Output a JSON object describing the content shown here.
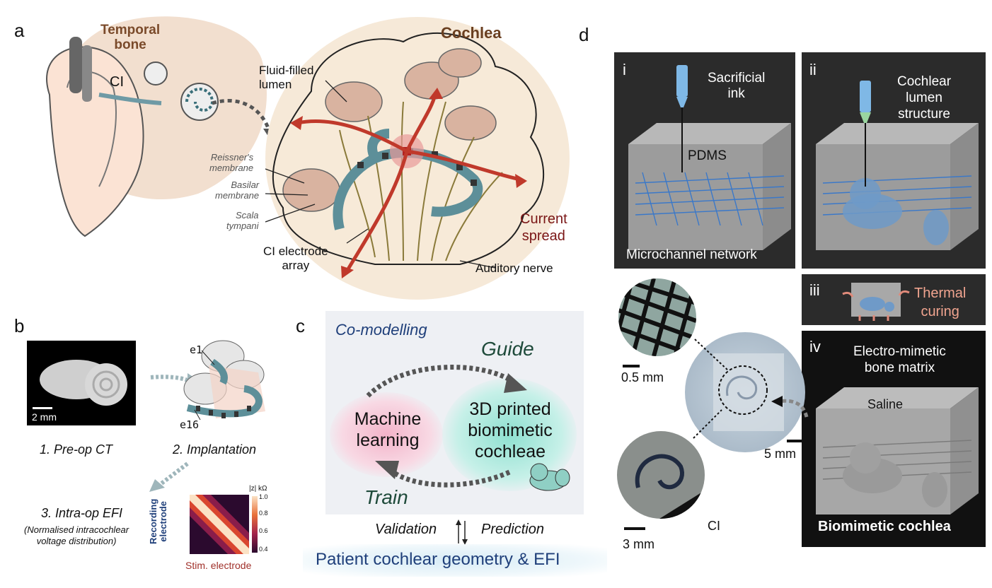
{
  "panels": {
    "a": {
      "letter": "a",
      "temporal_bone": "Temporal\nbone",
      "cochlea": "Cochlea",
      "ci": "CI",
      "fluid_lumen": "Fluid-filled\nlumen",
      "reissner": "Reissner's\nmembrane",
      "basilar": "Basilar\nmembrane",
      "scala": "Scala\ntympani",
      "current_spread": "Current\nspread",
      "ci_array": "CI electrode\narray",
      "auditory_nerve": "Auditory nerve"
    },
    "b": {
      "letter": "b",
      "scale": "2 mm",
      "e1": "e1",
      "e16": "e16",
      "step1": "1. Pre-op CT",
      "step2": "2. Implantation",
      "step3": "3. Intra-op EFI",
      "step3_sub": "(Normalised intracochlear\nvoltage distribution)",
      "heatmap_title": "|z| kΩ",
      "colorbar_ticks": [
        "1.0",
        "0.8",
        "0.6",
        "0.4"
      ],
      "xlabel": "Stim. electrode",
      "ylabel": "Recording\nelectrode"
    },
    "c": {
      "letter": "c",
      "comodelling": "Co-modelling",
      "guide": "Guide",
      "train": "Train",
      "ml": "Machine\nlearning",
      "printed": "3D printed\nbiomimetic\ncochleae",
      "validation": "Validation",
      "prediction": "Prediction",
      "patient": "Patient cochlear geometry & EFI"
    },
    "d": {
      "letter": "d",
      "i": "i",
      "ii": "ii",
      "iii": "iii",
      "iv": "iv",
      "sacrificial_ink": "Sacrificial\nink",
      "pdms": "PDMS",
      "microchannel": "Microchannel network",
      "cochlear_lumen": "Cochlear\nlumen\nstructure",
      "thermal": "Thermal\ncuring",
      "electro": "Electro-mimetic\nbone matrix",
      "saline": "Saline",
      "biomimetic": "Biomimetic cochlea",
      "scale_05": "0.5 mm",
      "scale_5": "5 mm",
      "scale_3": "3 mm",
      "ci": "CI"
    }
  },
  "colors": {
    "accent_red": "#c0392b",
    "dark_red": "#7a1616",
    "navy": "#1f3f7a",
    "teal_bg": "#bfeee6",
    "pink_bg": "#f5c6d7",
    "panel_dark": "#2b2b2b"
  }
}
